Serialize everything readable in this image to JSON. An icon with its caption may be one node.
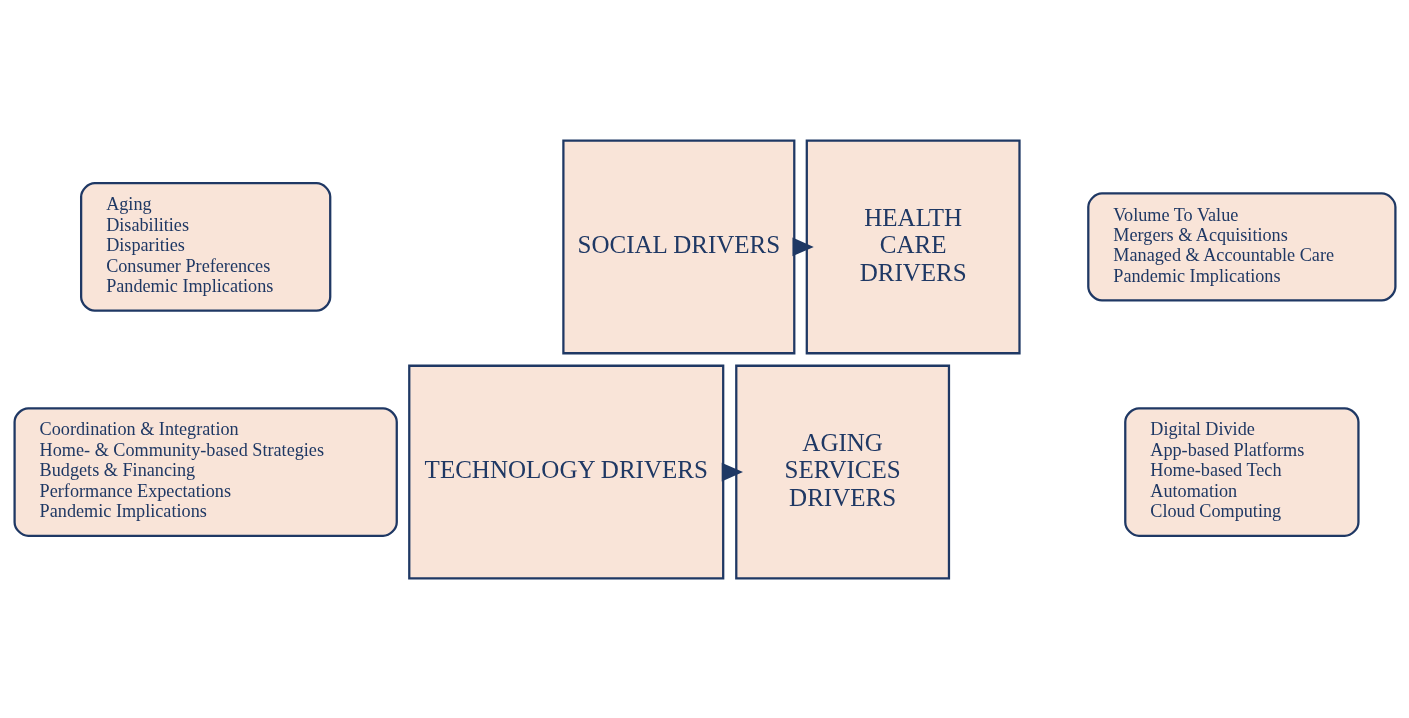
{
  "diagram": {
    "nodes": [
      {
        "text": [
          "Aging",
          "Disabilities",
          "Disparities",
          "Consumer Preferences",
          "Pandemic Implications"
        ]
      },
      {
        "text": [
          "SOCIAL DRIVERS"
        ]
      },
      {
        "text": [
          "HEALTH CARE DRIVERS"
        ]
      },
      {
        "text": [
          "Volume To Value",
          "Mergers & Acquisitions",
          "Managed & Accountable Care",
          "Pandemic Implications"
        ]
      },
      {
        "text": [
          "Coordination & Integration",
          "Home- & Community-based Strategies",
          "Budgets & Financing",
          "Performance Expectations",
          "Pandemic Implications"
        ]
      },
      {
        "text": [
          "AGING SERVICES DRIVERS"
        ]
      },
      {
        "text": [
          "TECHNOLOGY DRIVERS"
        ]
      },
      {
        "text": [
          "Digital Divide",
          "App-based Platforms",
          "Home-based Tech",
          "Automation",
          "Cloud Computing"
        ]
      }
    ],
    "edges": [
      {
        "from": 1,
        "to": 2,
        "arrow": "to"
      },
      {
        "from": 6,
        "to": 5,
        "arrow": "to"
      }
    ]
  }
}
